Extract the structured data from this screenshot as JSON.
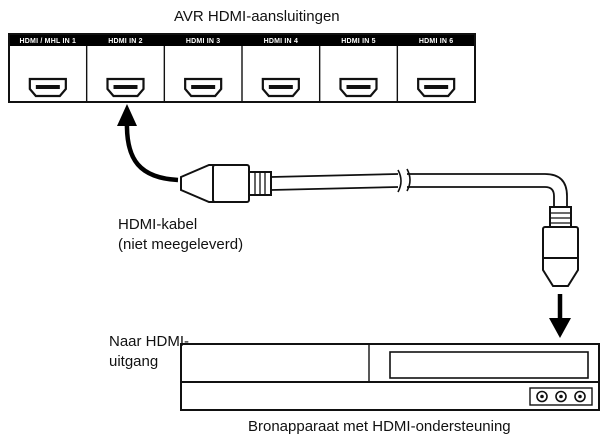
{
  "title": "AVR HDMI-aansluitingen",
  "ports": [
    {
      "label": "HDMI / MHL IN 1"
    },
    {
      "label": "HDMI IN 2"
    },
    {
      "label": "HDMI IN 3"
    },
    {
      "label": "HDMI IN 4"
    },
    {
      "label": "HDMI IN 5"
    },
    {
      "label": "HDMI IN 6"
    }
  ],
  "connected_port_index": 1,
  "cable_label_line1": "HDMI-kabel",
  "cable_label_line2": "(niet meegeleverd)",
  "output_label_line1": "Naar HDMI-",
  "output_label_line2": "uitgang",
  "source_label": "Bronapparaat met HDMI-ondersteuning"
}
